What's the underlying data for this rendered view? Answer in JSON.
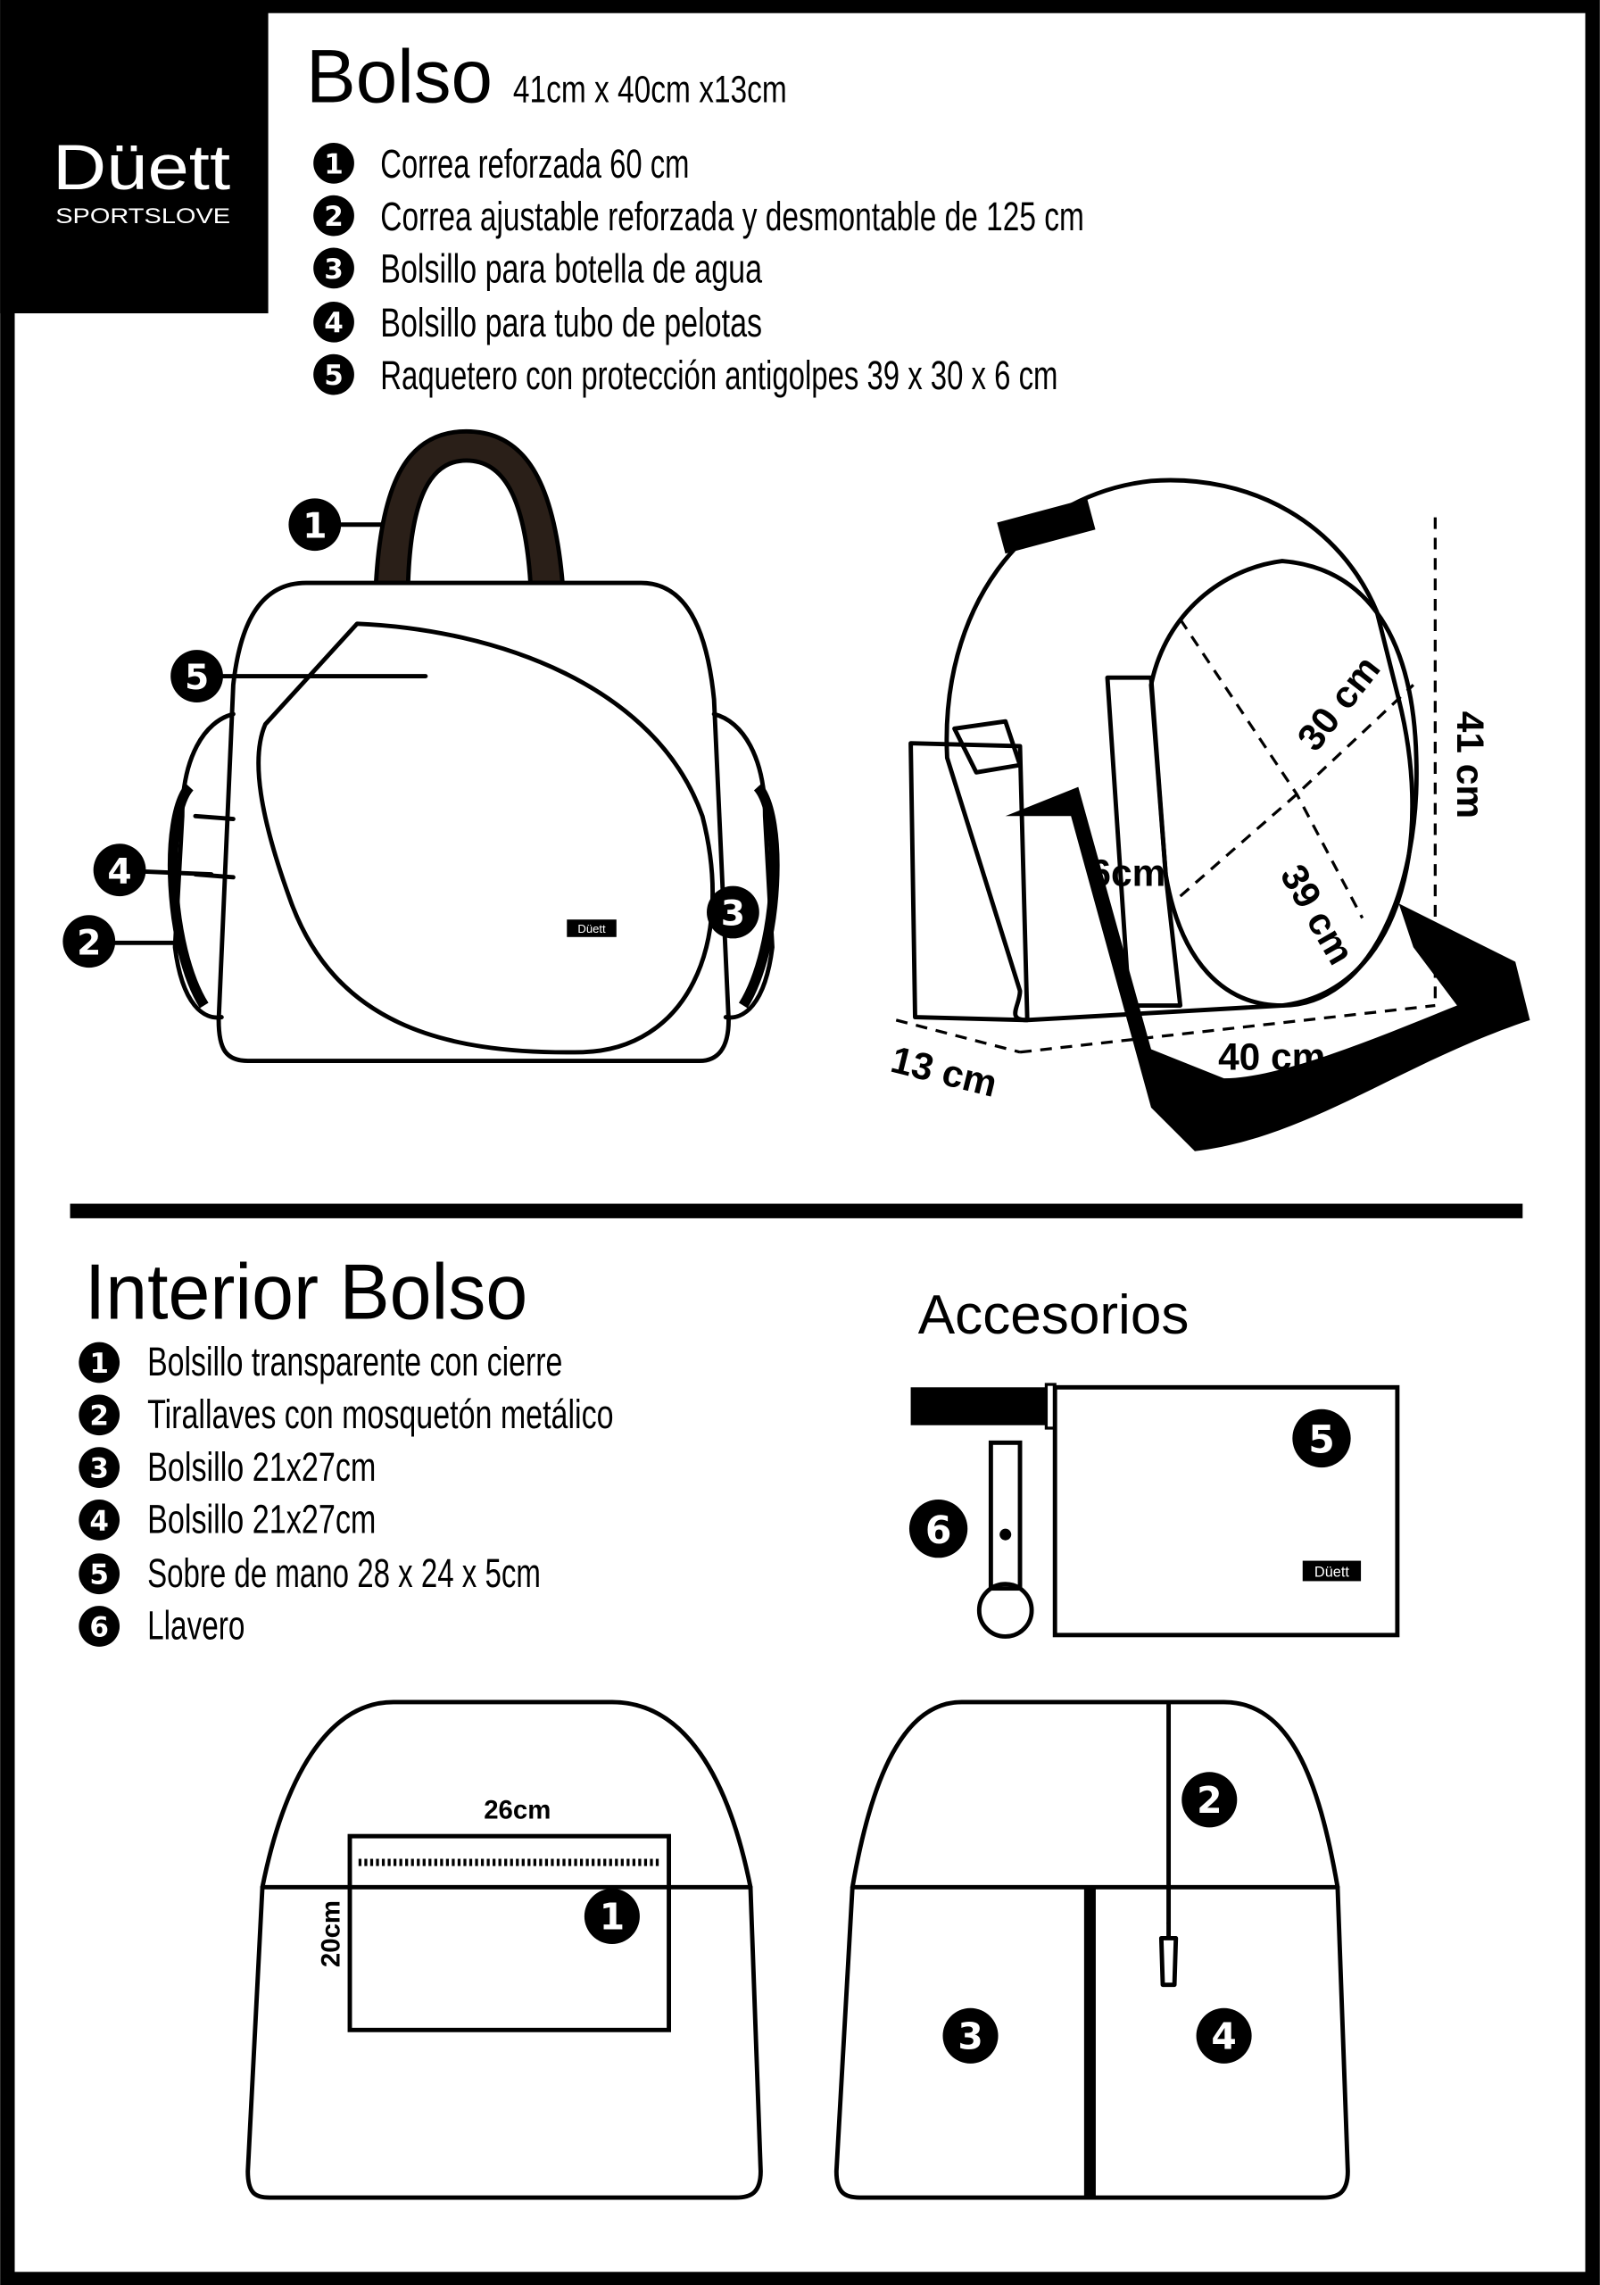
{
  "brand": {
    "name": "Düett",
    "tagline": "SPORTSLOVE",
    "tag_label": "Düett"
  },
  "bolso": {
    "title": "Bolso",
    "dimensions": "41cm x 40cm x13cm",
    "features": [
      {
        "n": "1",
        "text": "Correa reforzada 60 cm"
      },
      {
        "n": "2",
        "text": "Correa ajustable reforzada y desmontable de 125 cm"
      },
      {
        "n": "3",
        "text": "Bolsillo para botella de agua"
      },
      {
        "n": "4",
        "text": "Bolsillo para tubo de pelotas"
      },
      {
        "n": "5",
        "text": "Raquetero con protección antigolpes 39 x 30 x 6 cm"
      }
    ],
    "measures": {
      "diag1": "30 cm",
      "diag2": "39 cm",
      "height": "41 cm",
      "depth_racket": "6cm",
      "depth": "13 cm",
      "width": "40 cm"
    }
  },
  "interior": {
    "title": "Interior Bolso",
    "features": [
      {
        "n": "1",
        "text": "Bolsillo transparente con cierre"
      },
      {
        "n": "2",
        "text": "Tirallaves con mosquetón metálico"
      },
      {
        "n": "3",
        "text": "Bolsillo 21x27cm"
      },
      {
        "n": "4",
        "text": "Bolsillo 21x27cm"
      },
      {
        "n": "5",
        "text": "Sobre de mano 28 x 24 x 5cm"
      },
      {
        "n": "6",
        "text": "Llavero"
      }
    ],
    "measures": {
      "width": "26cm",
      "height": "20cm"
    }
  },
  "accesorios": {
    "title": "Accesorios"
  }
}
